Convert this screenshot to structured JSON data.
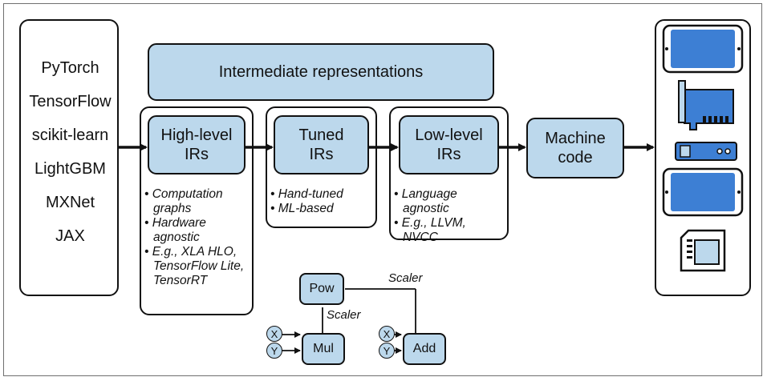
{
  "frameworks": [
    "PyTorch",
    "TensorFlow",
    "scikit-learn",
    "LightGBM",
    "MXNet",
    "JAX"
  ],
  "intermediate_title": "Intermediate representations",
  "stages": [
    {
      "title_line1": "High-level",
      "title_line2": "IRs",
      "bullets": [
        "• Computation graphs",
        "• Hardware agnostic",
        "• E.g., XLA HLO, TensorFlow Lite, TensorRT"
      ]
    },
    {
      "title_line1": "Tuned",
      "title_line2": "IRs",
      "bullets": [
        "• Hand-tuned",
        "• ML-based"
      ]
    },
    {
      "title_line1": "Low-level",
      "title_line2": "IRs",
      "bullets": [
        "• Language agnostic",
        "• E.g., LLVM, NVCC"
      ]
    }
  ],
  "machine_code": {
    "line1": "Machine",
    "line2": "code"
  },
  "graph": {
    "pow": "Pow",
    "mul": "Mul",
    "add": "Add",
    "x1": "X",
    "y1": "Y",
    "x2": "X",
    "y2": "Y",
    "scaler_top": "Scaler",
    "scaler_side": "Scaler"
  },
  "devices": [
    "phone-icon",
    "gpu-card-icon",
    "tpu-stick-icon",
    "tablet-icon",
    "sd-card-icon"
  ],
  "colors": {
    "box_fill": "#bcd8ec",
    "device_fill": "#3d7fd4",
    "stroke": "#111111"
  }
}
